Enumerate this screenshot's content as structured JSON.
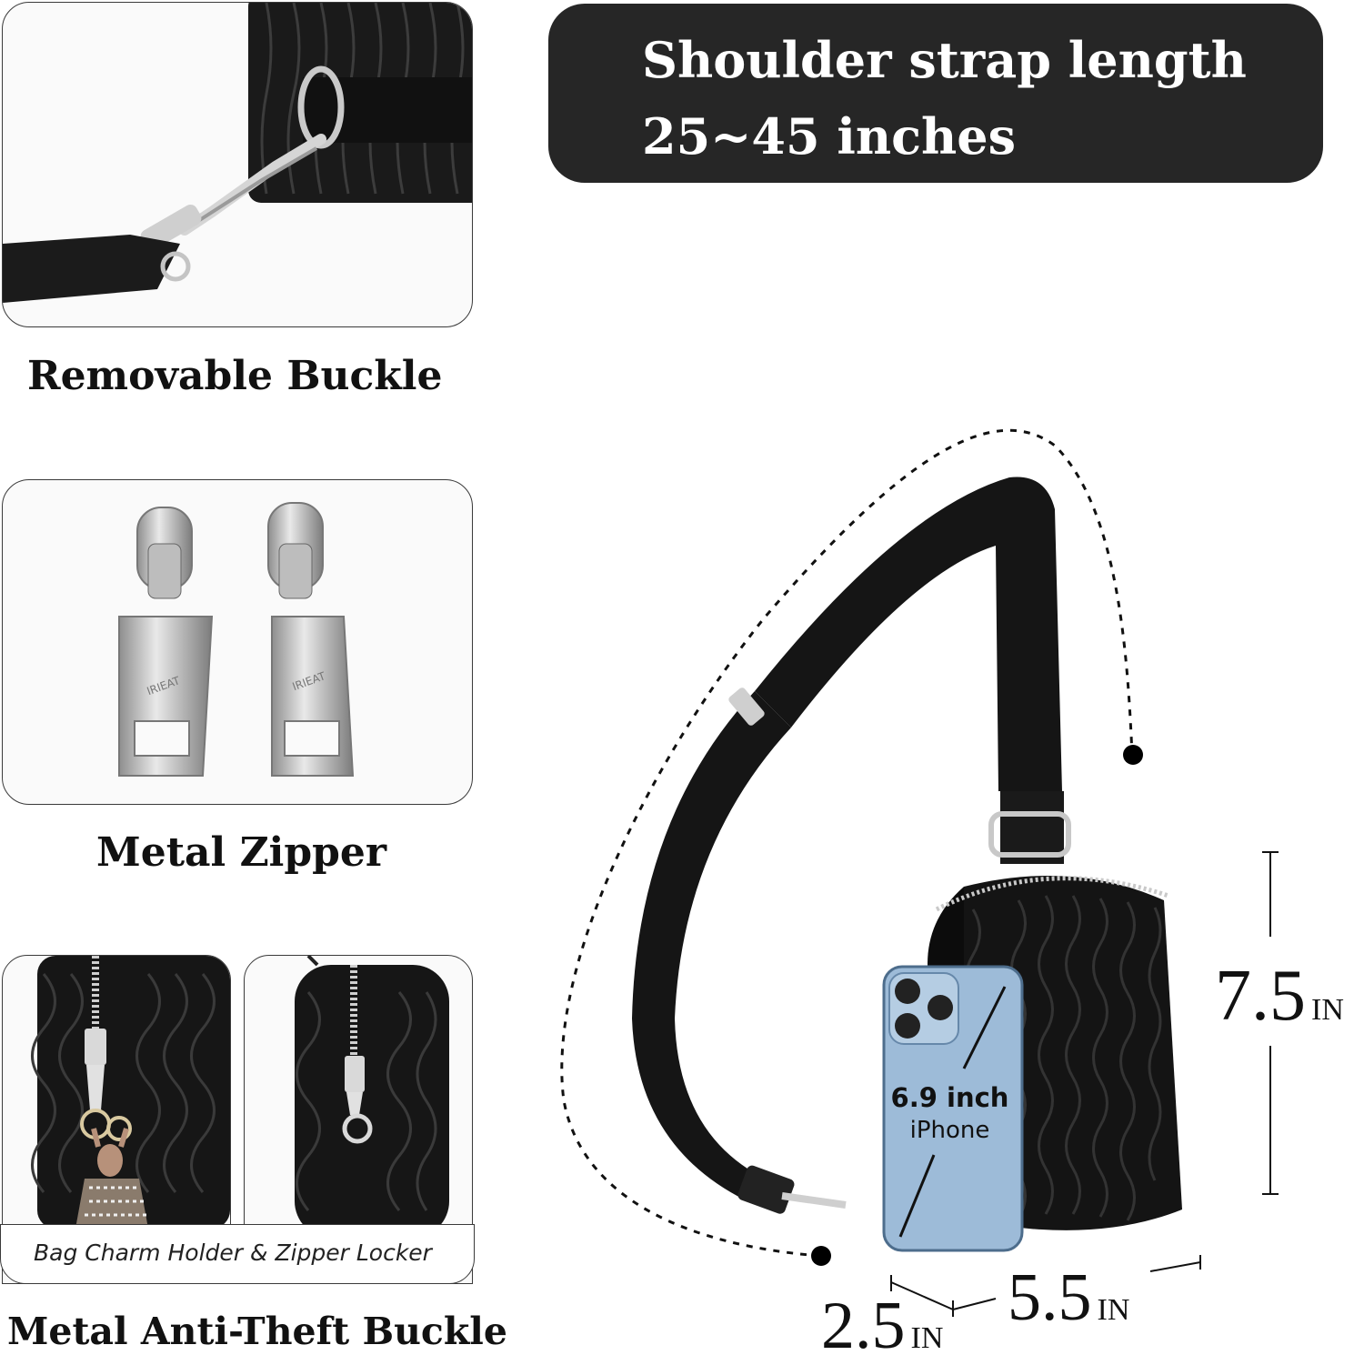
{
  "banner": {
    "line1": "Shoulder strap length",
    "line2": "25~45 inches"
  },
  "features": {
    "buckle_caption": "Removable Buckle",
    "zipper_caption": "Metal Zipper",
    "antitheft_caption": "Metal Anti-Theft Buckle",
    "charm_caption": "Bag Charm Holder & Zipper Locker",
    "zipper_engraving": "IRIEAT"
  },
  "dimensions": {
    "height_value": "7.5",
    "width_value": "5.5",
    "depth_value": "2.5",
    "unit": "IN"
  },
  "phone": {
    "size_label": "6.9 inch",
    "model_label": "iPhone"
  },
  "colors": {
    "banner_bg": "#262626",
    "bag": "#141414",
    "phone": "#9dbbd8"
  }
}
